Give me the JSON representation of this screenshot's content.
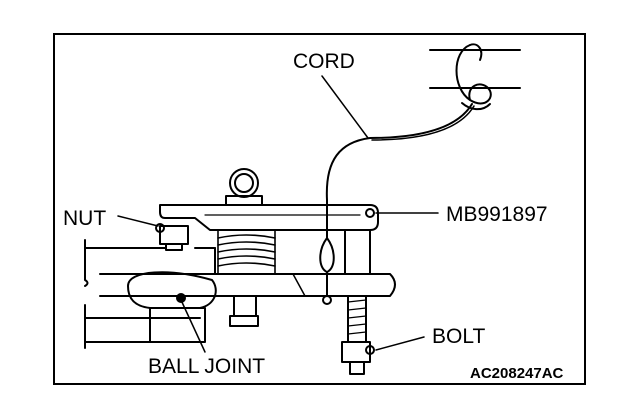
{
  "labels": {
    "cord": "CORD",
    "nut": "NUT",
    "tool": "MB991897",
    "bolt": "BOLT",
    "ball_joint": "BALL JOINT",
    "figure_code": "AC208247AC"
  }
}
